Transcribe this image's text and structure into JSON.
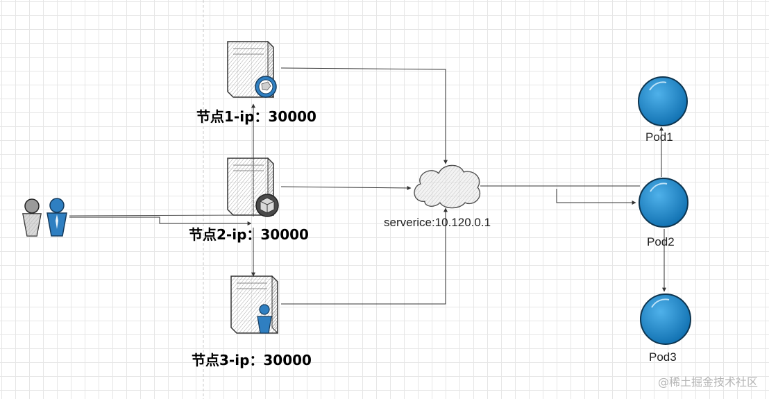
{
  "nodes": [
    {
      "label": "节点1-ip：30000"
    },
    {
      "label": "节点2-ip：30000"
    },
    {
      "label": "节点3-ip：30000"
    }
  ],
  "service": {
    "label": "serverice:10.120.0.1"
  },
  "pods": [
    {
      "label": "Pod1"
    },
    {
      "label": "Pod2"
    },
    {
      "label": "Pod3"
    }
  ],
  "watermark": "@稀土掘金技术社区",
  "colors": {
    "pod_fill": "#1a82c4",
    "pod_stroke": "#0d3550",
    "server_fill": "#e9e9e9",
    "cloud_fill": "#e4e4e4",
    "connector": "#333333",
    "guide_line": "#c8c8c8",
    "user_gray": "#9a9a9a",
    "user_blue": "#2f7fc1"
  },
  "icons": [
    "user-pair-icon",
    "server-icon",
    "globe-badge-icon",
    "box-badge-icon",
    "person-badge-icon",
    "cloud-icon",
    "pod-icon"
  ]
}
